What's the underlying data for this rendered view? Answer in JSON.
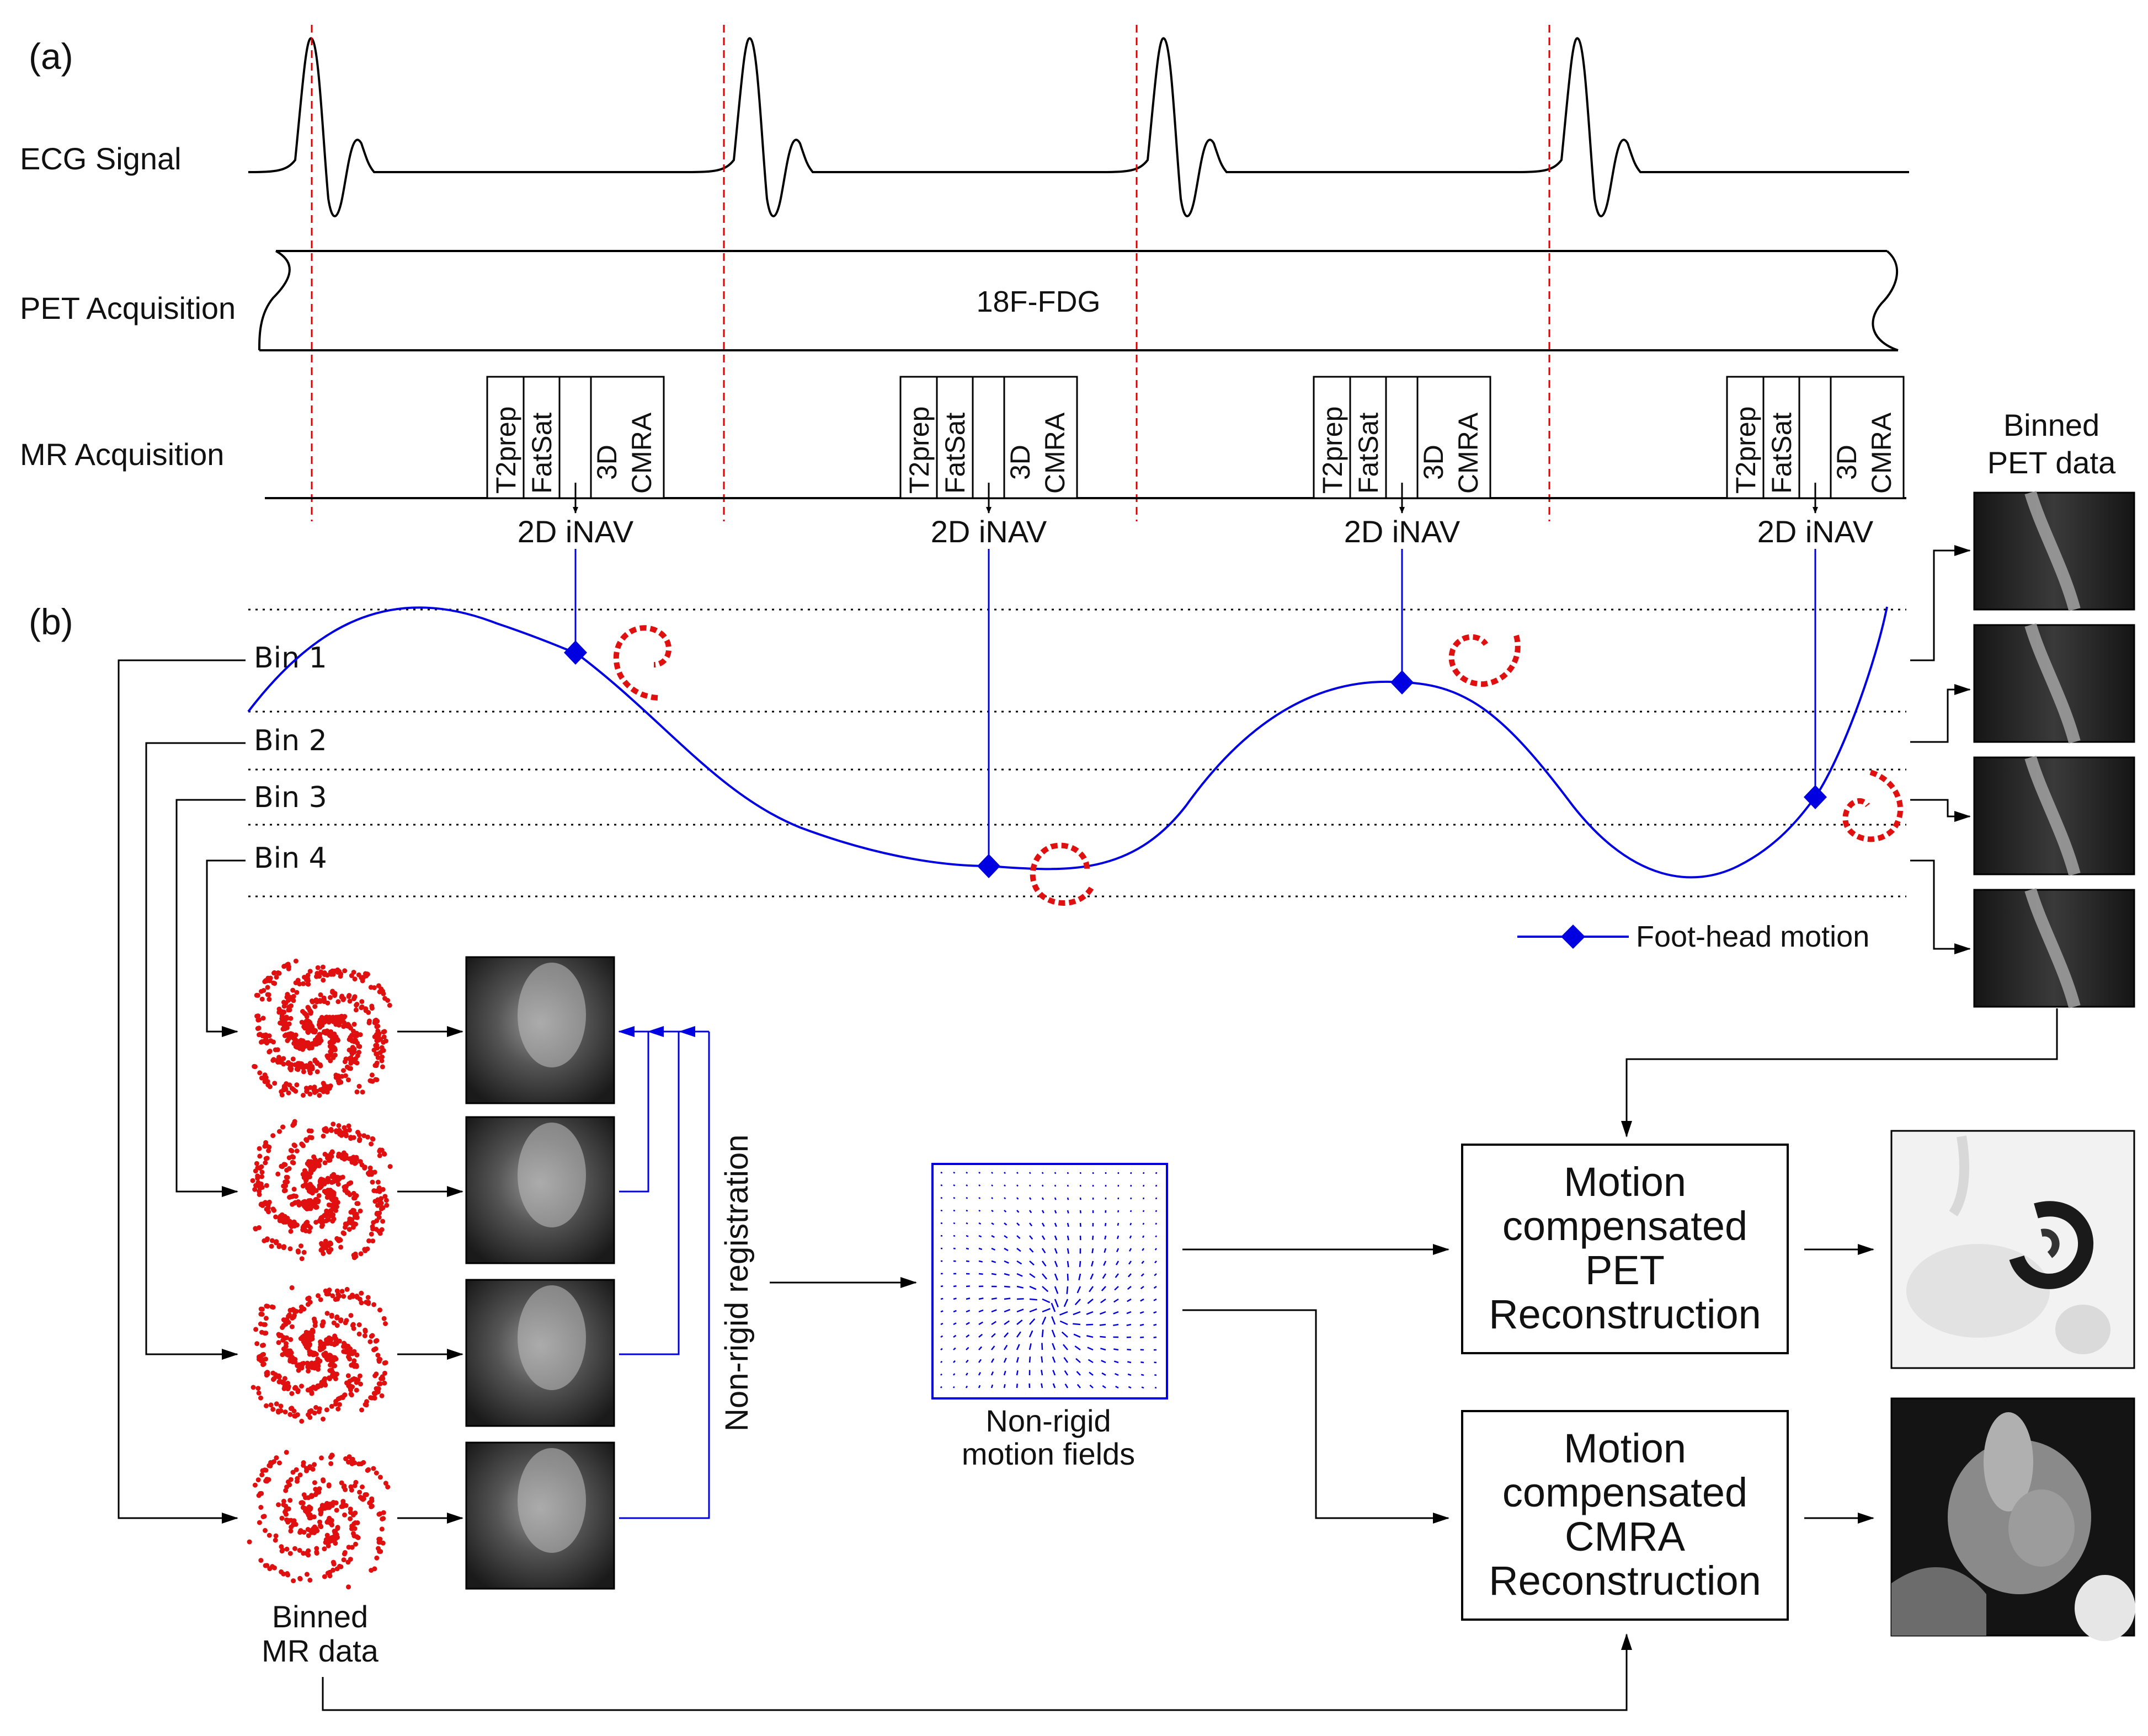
{
  "labels": {
    "panel_a": "(a)",
    "panel_b": "(b)",
    "ecg": "ECG Signal",
    "pet": "PET Acquisition",
    "mr": "MR Acquisition",
    "tracer": "18F-FDG",
    "inav": "2D iNAV",
    "binned_pet": [
      "Binned",
      "PET data"
    ],
    "binned_mr": [
      "Binned",
      "MR data"
    ],
    "nonrigid_reg": "Non-rigid registration",
    "motion_fields": [
      "Non-rigid",
      "motion fields"
    ],
    "legend_motion": "Foot-head motion"
  },
  "sequence_blocks": [
    "T2prep",
    "FatSat",
    "3D",
    "CMRA"
  ],
  "bins": [
    "Bin 1",
    "Bin 2",
    "Bin 3",
    "Bin 4"
  ],
  "recon_pet": [
    "Motion",
    "compensated",
    "PET",
    "Reconstruction"
  ],
  "recon_cmra": [
    "Motion",
    "compensated",
    "CMRA",
    "Reconstruction"
  ],
  "colors": {
    "trigger": "#e00000",
    "motion": "#0000e0",
    "spiral": "#e01010",
    "line": "#000000"
  },
  "icons": [
    "spiral-trajectory-icon",
    "motion-field-icon",
    "mr-image-icon",
    "pet-image-icon"
  ]
}
